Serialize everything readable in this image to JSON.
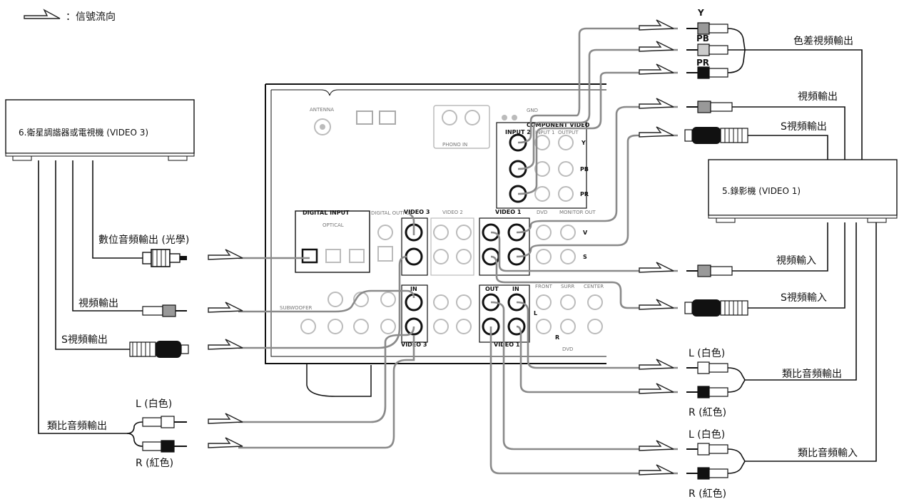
{
  "legend": {
    "text": "：信號流向"
  },
  "devices": {
    "satellite": "6.衛星調諧器或電視機 (VIDEO 3)",
    "vcr": "5.錄影機 (VIDEO 1)"
  },
  "left_labels": {
    "digital_audio_out": "數位音頻輸出 (光學)",
    "video_out": "視頻輸出",
    "s_video_out": "S視頻輸出",
    "analog_audio_out": "類比音頻輸出",
    "l_white": "L (白色)",
    "r_red": "R (紅色)"
  },
  "right_labels": {
    "y": "Y",
    "pb": "PB",
    "pr": "PR",
    "component_out": "色差視頻輸出",
    "video_out": "視頻輸出",
    "s_video_out": "S視頻輸出",
    "video_in": "視頻輸入",
    "s_video_in": "S視頻輸入",
    "l_white_1": "L (白色)",
    "analog_audio_out": "類比音頻輸出",
    "r_red_1": "R (紅色)",
    "l_white_2": "L (白色)",
    "analog_audio_in": "類比音頻輸入",
    "r_red_2": "R (紅色)"
  },
  "panel": {
    "antenna": "ANTENNA",
    "gnd": "GND",
    "component_video": "COMPONENT VIDEO",
    "input2": "INPUT 2",
    "input1": "INPUT 1",
    "output": "OUTPUT",
    "phono_in": "PHONO IN",
    "digital_input": "DIGITAL INPUT",
    "digital_output": "DIGITAL OUTPUT",
    "optical": "OPTICAL",
    "video3": "VIDEO 3",
    "video2": "VIDEO 2",
    "video1": "VIDEO 1",
    "dvd": "DVD",
    "monitor_out": "MONITOR OUT",
    "in": "IN",
    "out": "OUT",
    "y": "Y",
    "pb": "PB",
    "pr": "PR",
    "v": "V",
    "s": "S",
    "l": "L",
    "r": "R",
    "front": "FRONT",
    "surr": "SURR",
    "center": "CENTER",
    "subwoofer": "SUBWOOFER",
    "video1_bottom": "VIDEO 1",
    "video3_bottom": "VIDEO 3",
    "dvd_bottom": "DVD"
  }
}
